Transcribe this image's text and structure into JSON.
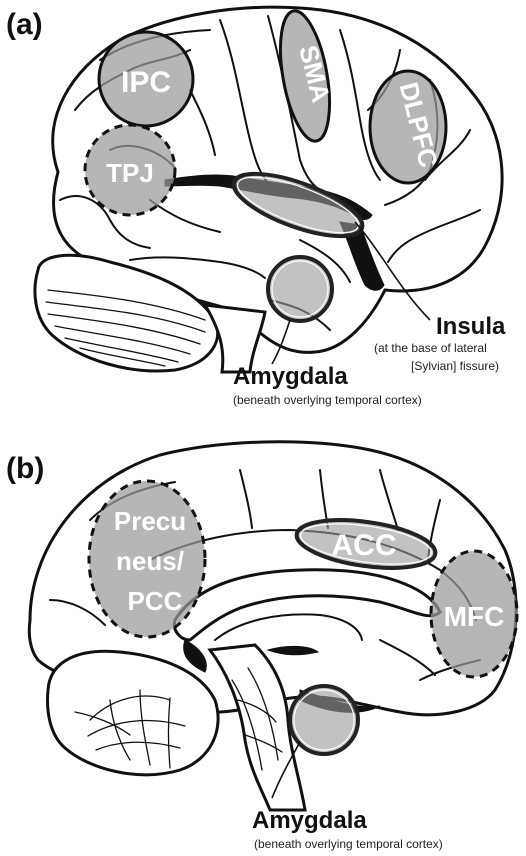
{
  "panel_a": {
    "label": "(a)",
    "regions": {
      "ipc": "IPC",
      "sma": "SMA",
      "dlpfc": "DLPFC",
      "tpj": "TPJ"
    },
    "insula": {
      "title": "Insula",
      "note_line1": "(at the base of lateral",
      "note_line2": "[Sylvian] fissure)"
    },
    "amygdala": {
      "title": "Amygdala",
      "note": "(beneath overlying temporal cortex)"
    }
  },
  "panel_b": {
    "label": "(b)",
    "regions": {
      "precuneus_line1": "Precu",
      "precuneus_line2": "neus/",
      "precuneus_line3": "PCC",
      "acc": "ACC",
      "mfc": "MFC"
    },
    "amygdala": {
      "title": "Amygdala",
      "note": "(beneath overlying temporal cortex)"
    }
  },
  "colors": {
    "region_fill": "#9a9a9a",
    "outline": "#111111",
    "region_text": "#ffffff"
  }
}
